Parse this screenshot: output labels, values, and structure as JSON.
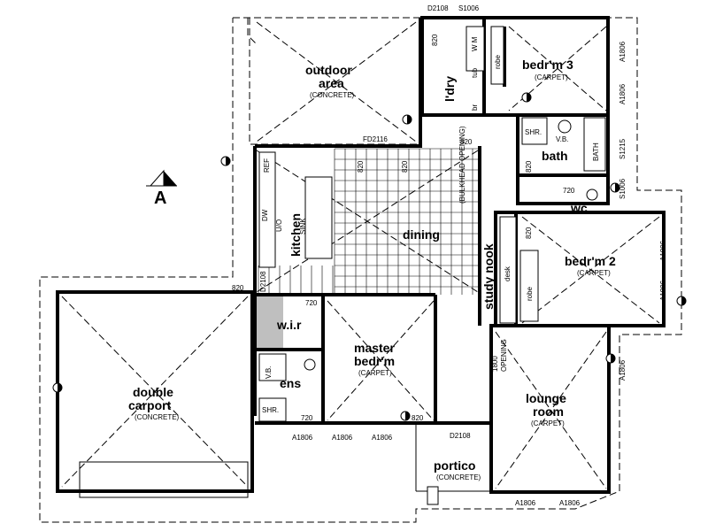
{
  "rooms": {
    "outdoor": {
      "label_1": "outdoor",
      "label_2": "area",
      "material": "(CONCRETE)"
    },
    "laundry": {
      "label": "l'dry"
    },
    "bedroom3": {
      "label": "bedr'm 3",
      "material": "(CARPET)"
    },
    "bath": {
      "label": "bath"
    },
    "wc": {
      "label": "wc"
    },
    "kitchen": {
      "label": "kitchen"
    },
    "dining": {
      "label": "dining"
    },
    "study": {
      "label": "study nook"
    },
    "bedroom2": {
      "label": "bedr'm 2",
      "material": "(CARPET)"
    },
    "wir": {
      "label": "w.i.r"
    },
    "master": {
      "label_1": "master",
      "label_2": "bedr'm",
      "material": "(CARPET)"
    },
    "ens": {
      "label": "ens"
    },
    "lounge": {
      "label_1": "lounge",
      "label_2": "room",
      "material": "(CARPET)"
    },
    "carport": {
      "label_1": "double",
      "label_2": "carport",
      "material": "(CONCRETE)"
    },
    "portico": {
      "label": "portico",
      "material": "(CONCRETE)"
    }
  },
  "fixtures": {
    "robe": "robe",
    "desk": "desk",
    "sink": "SINK",
    "dw": "DW",
    "ref": "REF",
    "uo": "U/O",
    "vb": "V.B.",
    "bath_fixture": "BATH",
    "shr": "SHR.",
    "wm": "W M",
    "tub": "tub",
    "br": "br",
    "bulkhead": "(BULKHEAD OPENING)",
    "lounge_opening": "OPENING"
  },
  "codes": {
    "top_d": "D2108",
    "top_s": "S1006",
    "a1806": "A1806",
    "s1215": "S1215",
    "s1006": "S1006",
    "fd": "FD2116",
    "d820": "820",
    "d720": "720",
    "d2108": "D2108",
    "c1800": "1800"
  },
  "section": {
    "label": "A"
  }
}
